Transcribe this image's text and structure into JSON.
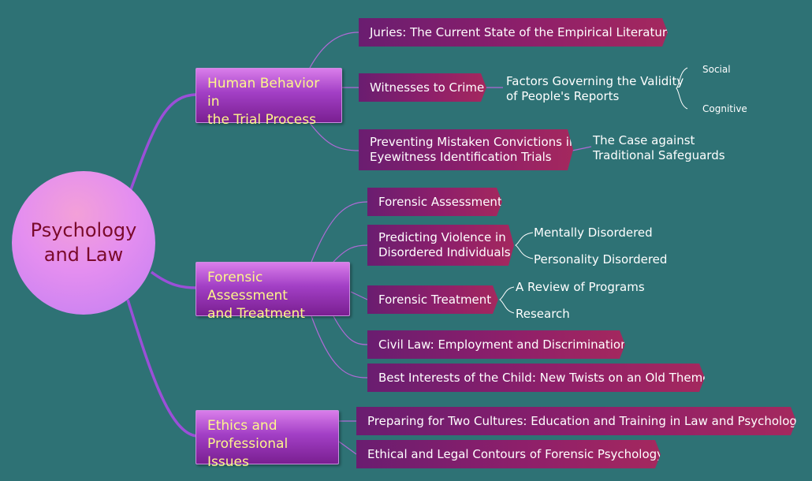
{
  "center": {
    "line1": "Psychology",
    "line2": "and Law"
  },
  "branches": [
    {
      "line1": "Human Behavior in",
      "line2": "the Trial Process",
      "topics": [
        {
          "line1": "Juries: The Current State of the Empirical Literature"
        },
        {
          "line1": "Witnesses to Crime",
          "sub": {
            "line1": "Factors Governing the Validity",
            "line2": "of People's Reports",
            "items": [
              "Social",
              "Cognitive"
            ]
          }
        },
        {
          "line1": "Preventing Mistaken Convictions in",
          "line2": "Eyewitness Identification Trials",
          "sub": {
            "line1": "The Case against",
            "line2": "Traditional Safeguards"
          }
        }
      ]
    },
    {
      "line1": "Forensic Assessment",
      "line2": "and Treatment",
      "topics": [
        {
          "line1": "Forensic Assessment"
        },
        {
          "line1": "Predicting Violence in",
          "line2": "Disordered Individuals",
          "items": [
            "Mentally Disordered",
            "Personality Disordered"
          ]
        },
        {
          "line1": "Forensic Treatment",
          "items": [
            "A Review of Programs",
            "Research"
          ]
        },
        {
          "line1": "Civil Law: Employment and Discrimination"
        },
        {
          "line1": "Best Interests of the Child: New Twists on an Old Theme"
        }
      ]
    },
    {
      "line1": "Ethics and",
      "line2": "Professional Issues",
      "topics": [
        {
          "line1": "Preparing for Two Cultures: Education and Training in Law and Psychology"
        },
        {
          "line1": "Ethical and Legal Contours of Forensic Psychology"
        }
      ]
    }
  ]
}
